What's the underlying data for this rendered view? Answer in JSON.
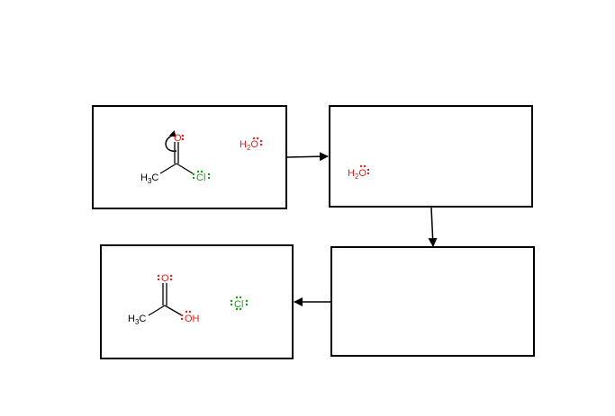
{
  "colors": {
    "oxygen": "#e0201f",
    "chlorine": "#1a9a1a",
    "carbon": "#000000",
    "frame": "#000000"
  },
  "box1": {
    "oxygen": "O",
    "methyl_main": "H",
    "methyl_sub": "3",
    "methyl_tail": "C",
    "chlorine": "Cl",
    "water_h": "H",
    "water_sub": "2",
    "water_o": "O"
  },
  "box2": {
    "water_h": "H",
    "water_sub": "2",
    "water_o": "O"
  },
  "box4": {
    "oxygen": "O",
    "methyl_main": "H",
    "methyl_sub": "3",
    "methyl_tail": "C",
    "hydroxyl": "OH",
    "chloride": "Cl"
  }
}
